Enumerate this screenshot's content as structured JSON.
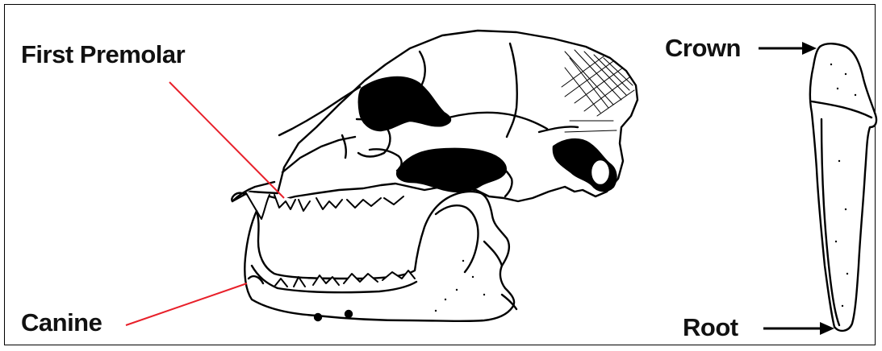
{
  "labels": {
    "first_premolar": "First Premolar",
    "canine": "Canine",
    "crown": "Crown",
    "root": "Root"
  },
  "colors": {
    "pointer_line": "#e8202a",
    "ink": "#000000",
    "background": "#ffffff"
  }
}
